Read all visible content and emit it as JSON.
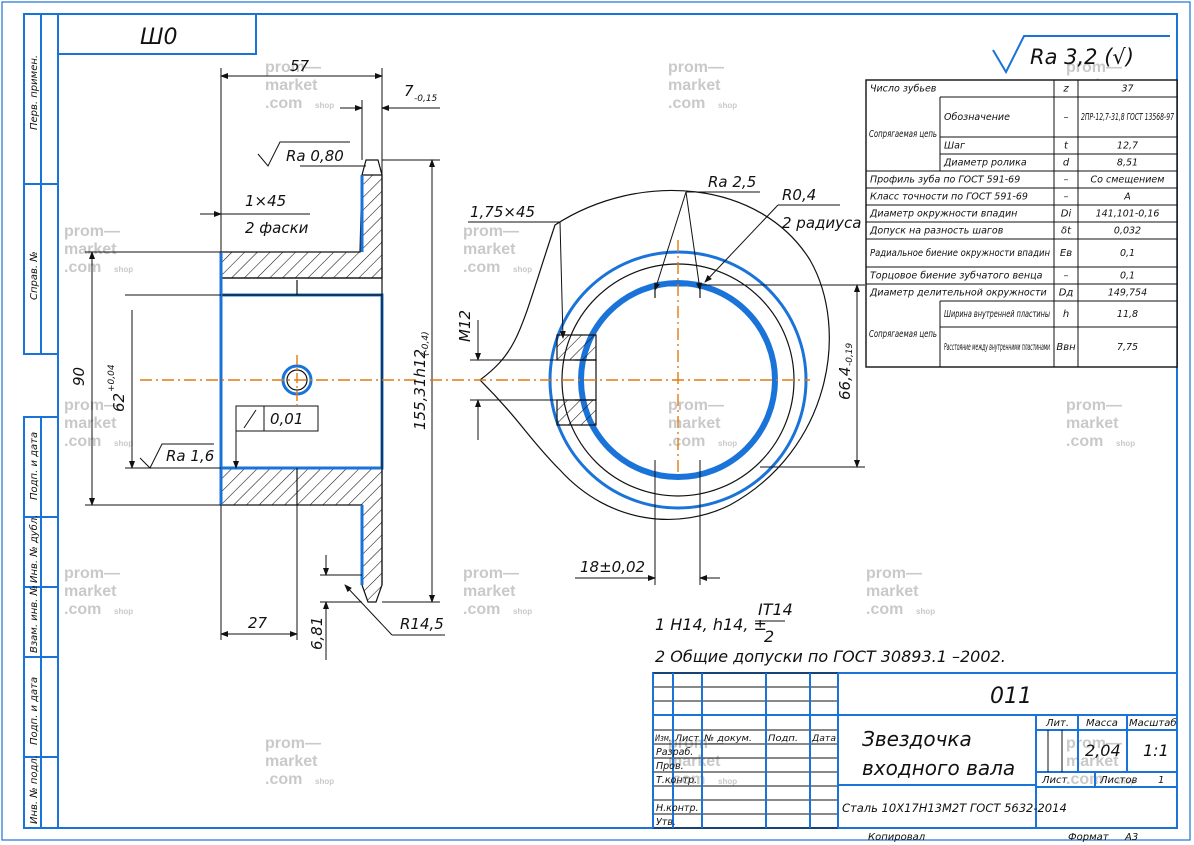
{
  "top_code": "Ш0",
  "roughness_general": "Ra 3,2 (√)",
  "side_labels": [
    "Перв. примен.",
    "Справ. №",
    "Подп. и дата",
    "Инв. № дубл.",
    "Взам. инв. №",
    "Подп. и дата",
    "Инв. № подл."
  ],
  "dims_left": {
    "d57": "57",
    "d7": "7",
    "d7_tol": "-0,15",
    "ra080": "Ra 0,80",
    "ch1x45": "1×45",
    "fasks": "2 фаски",
    "d90": "90",
    "d62": "62",
    "d62_tol": "+0,04",
    "d155": "155,31h12",
    "d155_tol": "(-0,4)",
    "tol_frame": "0,01",
    "ra16": "Ra 1,6",
    "d27": "27",
    "d681": "6,81",
    "r145": "R14,5"
  },
  "dims_right": {
    "ra25": "Ra 2,5",
    "r04": "R0,4",
    "radii": "2 радиуса",
    "ch175": "1,75×45",
    "m12": "M12",
    "d664": "66,4",
    "d664_tol": "-0,19",
    "d18": "18±0,02"
  },
  "notes": {
    "n1_a": "1 H14, h14, ±",
    "n1_num": "IT14",
    "n1_den": "2",
    "n2": "2 Общие допуски по ГОСТ 30893.1 –2002."
  },
  "params_table": [
    {
      "group": "",
      "name": "Число зубьев",
      "sym": "z",
      "val": "37"
    },
    {
      "group": "Сопрягаемая цепь",
      "name": "Обозначение",
      "sym": "–",
      "val": "2ПР-12,7-31,8 ГОСТ 13568-97"
    },
    {
      "group": "",
      "name": "Шаг",
      "sym": "t",
      "val": "12,7"
    },
    {
      "group": "",
      "name": "Диаметр ролика",
      "sym": "d",
      "val": "8,51"
    },
    {
      "group": "",
      "name": "Профиль зуба по ГОСТ 591-69",
      "sym": "–",
      "val": "Со смещением"
    },
    {
      "group": "",
      "name": "Класс точности по ГОСТ 591-69",
      "sym": "–",
      "val": "А"
    },
    {
      "group": "",
      "name": "Диаметр окружности впадин",
      "sym": "Di",
      "val": "141,101-0,16"
    },
    {
      "group": "",
      "name": "Допуск на разность шагов",
      "sym": "δt",
      "val": "0,032"
    },
    {
      "group": "",
      "name": "Радиальное биение окружности впадин",
      "sym": "Ев",
      "val": "0,1"
    },
    {
      "group": "",
      "name": "Торцовое биение зубчатого венца",
      "sym": "–",
      "val": "0,1"
    },
    {
      "group": "",
      "name": "Диаметр делительной окружности",
      "sym": "Dд",
      "val": "149,754"
    },
    {
      "group": "Сопрягаемая цепь",
      "name": "Ширина внутренней пластины",
      "sym": "h",
      "val": "11,8"
    },
    {
      "group": "",
      "name": "Расстояние между внутренними пластинами",
      "sym": "Bвн",
      "val": "7,75"
    }
  ],
  "title_block": {
    "doc_code": "011",
    "name_line1": "Звездочка",
    "name_line2": "входного вала",
    "material": "Сталь 10Х17Н13М2Т ГОСТ 5632-2014",
    "lit_label": "Лит.",
    "mass_label": "Масса",
    "scale_label": "Масштаб",
    "mass": "2,04",
    "scale": "1:1",
    "sheet_label": "Лист",
    "sheets_label": "Листов",
    "sheets": "1",
    "copy_label": "Копировал",
    "format_label": "Формат",
    "format": "А3",
    "col_headers": [
      "Изм.",
      "Лист",
      "№ докум.",
      "Подп.",
      "Дата"
    ],
    "roles": [
      "Разраб.",
      "Пров.",
      "Т.контр.",
      "",
      "Н.контр.",
      "Утв."
    ]
  },
  "watermark": {
    "line1": "prom—",
    "line2": "market",
    "line3": ".com",
    "shop": "shop"
  },
  "colors": {
    "frame": "#1a73d9",
    "center": "#e07a10",
    "line": "#111111"
  }
}
